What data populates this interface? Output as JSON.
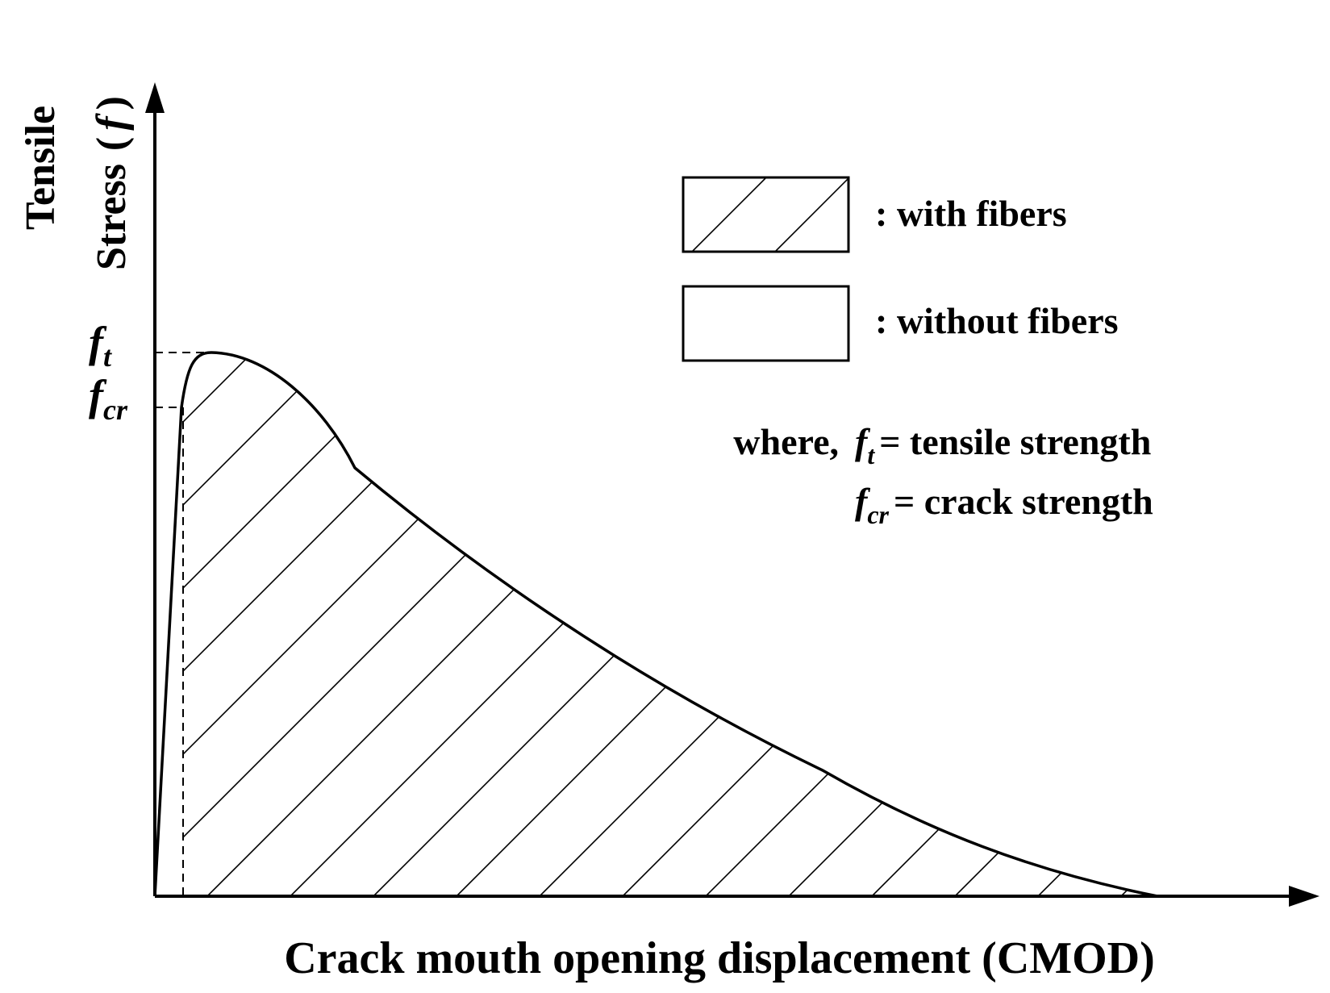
{
  "axes": {
    "y_label_line1": "Tensile",
    "y_label_line2": "Stress",
    "y_label_paren_open": "(",
    "y_label_symbol": "f",
    "y_label_paren_close": ")",
    "x_label": "Crack mouth opening displacement (CMOD)"
  },
  "y_ticks": [
    {
      "base": "f",
      "sub": "t"
    },
    {
      "base": "f",
      "sub": "cr"
    }
  ],
  "legend": [
    {
      "label": ": with fibers",
      "pattern": "hatched"
    },
    {
      "label": ": without fibers",
      "pattern": "plain"
    }
  ],
  "definitions": {
    "prefix": "where,",
    "items": [
      {
        "base": "f",
        "sub": "t",
        "text": "= tensile strength"
      },
      {
        "base": "f",
        "sub": "cr",
        "text": "= crack strength"
      }
    ]
  },
  "colors": {
    "line": "#000000",
    "background": "#ffffff"
  }
}
